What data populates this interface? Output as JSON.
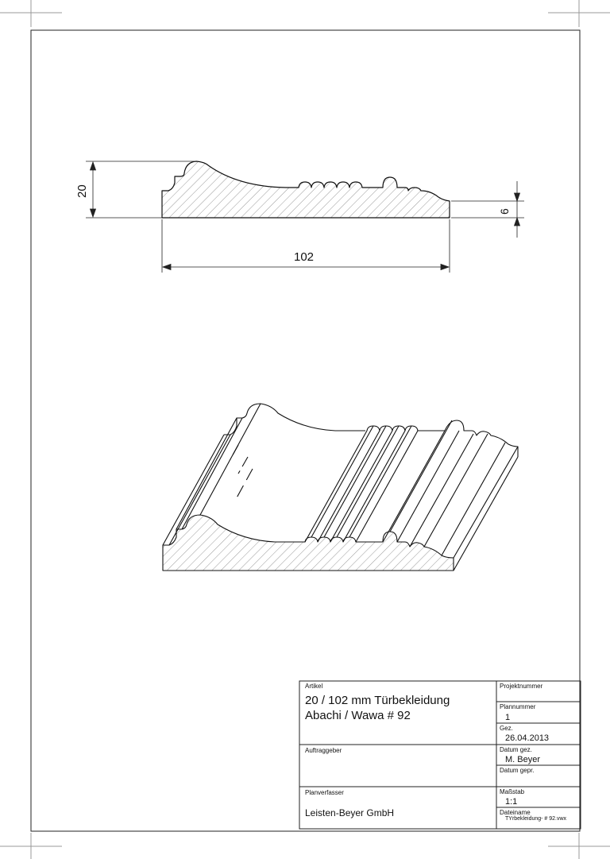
{
  "dimensions": {
    "height_label": "20",
    "width_label": "102",
    "lip_label": "6"
  },
  "title_block": {
    "artikel_label": "Artikel",
    "artikel_line1": "20 / 102 mm Türbekleidung",
    "artikel_line2": "Abachi / Wawa # 92",
    "projektnummer_label": "Projektnummer",
    "projektnummer_value": "",
    "plannummer_label": "Plannummer",
    "plannummer_value": "1",
    "gez_label": "Gez.",
    "gez_value": "26.04.2013",
    "datum_gez_label": "Datum gez.",
    "datum_gez_value": "M. Beyer",
    "datum_gepr_label": "Datum gepr.",
    "auftraggeber_label": "Auftraggeber",
    "auftraggeber_value": "",
    "planverfasser_label": "Planverfasser",
    "planverfasser_value": "Leisten-Beyer GmbH",
    "massstab_label": "Maßstab",
    "massstab_value": "1:1",
    "dateiname_label": "Dateiname",
    "dateiname_value": "TYrbekleidung- # 92.vwx"
  }
}
